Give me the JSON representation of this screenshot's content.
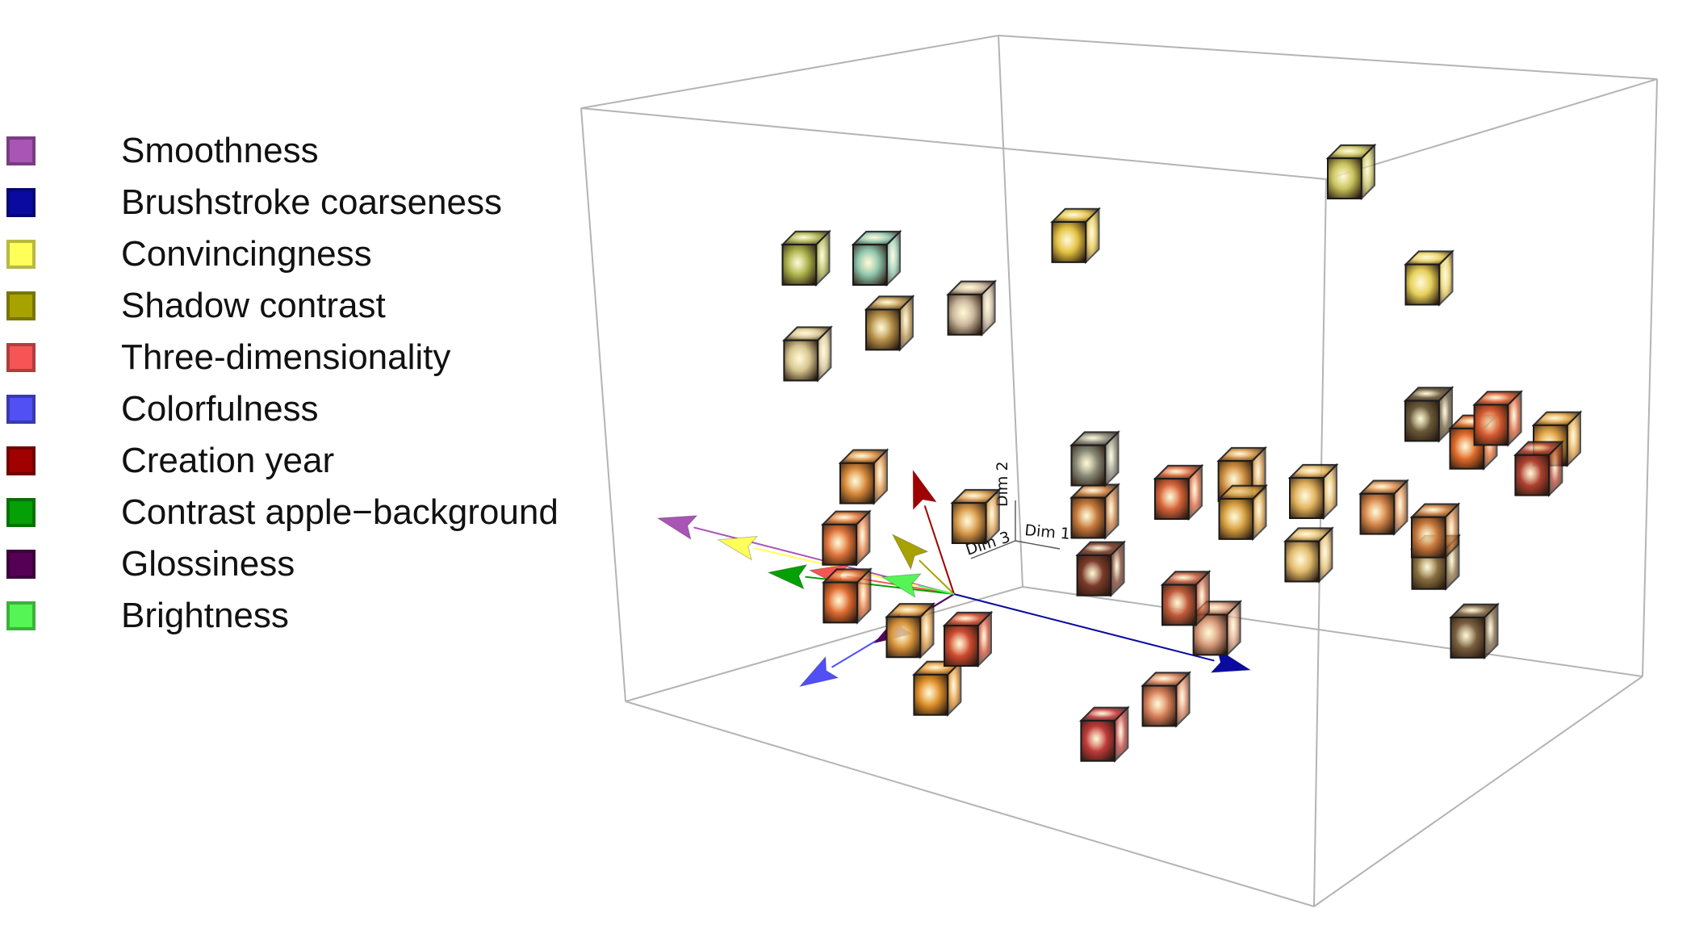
{
  "legend": {
    "items": [
      {
        "label": "Smoothness",
        "color": "#a855b5"
      },
      {
        "label": "Brushstroke coarseness",
        "color": "#0a0aa0"
      },
      {
        "label": "Convincingness",
        "color": "#ffff5a"
      },
      {
        "label": "Shadow contrast",
        "color": "#a8a200"
      },
      {
        "label": "Three-dimensionality",
        "color": "#f55555"
      },
      {
        "label": "Colorfulness",
        "color": "#5050f5"
      },
      {
        "label": "Creation year",
        "color": "#a00000"
      },
      {
        "label": "Contrast apple−background",
        "color": "#05a005"
      },
      {
        "label": "Glossiness",
        "color": "#550055"
      },
      {
        "label": "Brightness",
        "color": "#55f555"
      }
    ]
  },
  "chart_data": {
    "type": "scatter",
    "subtype": "3d-biplot",
    "axes": {
      "x_label": "Dim 1",
      "y_label": "Dim 2",
      "z_label": "Dim 3"
    },
    "points": [
      {
        "x": 0.7,
        "y": 0.92,
        "z": 0.3,
        "tone": "#c7c25a"
      },
      {
        "x": 0.12,
        "y": 0.78,
        "z": 0.75,
        "tone": "#aab24a"
      },
      {
        "x": 0.2,
        "y": 0.78,
        "z": 0.7,
        "tone": "#8ec6ad"
      },
      {
        "x": 0.42,
        "y": 0.82,
        "z": 0.55,
        "tone": "#e2c040"
      },
      {
        "x": 0.85,
        "y": 0.76,
        "z": 0.35,
        "tone": "#e6cf57"
      },
      {
        "x": 0.22,
        "y": 0.66,
        "z": 0.7,
        "tone": "#b8924a"
      },
      {
        "x": 0.3,
        "y": 0.68,
        "z": 0.62,
        "tone": "#c9b59a"
      },
      {
        "x": 0.14,
        "y": 0.61,
        "z": 0.78,
        "tone": "#d6c48e"
      },
      {
        "x": 0.45,
        "y": 0.4,
        "z": 0.55,
        "tone": "#8a8a78"
      },
      {
        "x": 0.18,
        "y": 0.36,
        "z": 0.7,
        "tone": "#d88a3a"
      },
      {
        "x": 0.2,
        "y": 0.27,
        "z": 0.78,
        "tone": "#e0743a"
      },
      {
        "x": 0.33,
        "y": 0.3,
        "z": 0.66,
        "tone": "#d89a4a"
      },
      {
        "x": 0.45,
        "y": 0.3,
        "z": 0.55,
        "tone": "#c5783a"
      },
      {
        "x": 0.55,
        "y": 0.34,
        "z": 0.5,
        "tone": "#d8643a"
      },
      {
        "x": 0.5,
        "y": 0.22,
        "z": 0.62,
        "tone": "#7a3a2a"
      },
      {
        "x": 0.62,
        "y": 0.3,
        "z": 0.45,
        "tone": "#d8a040"
      },
      {
        "x": 0.7,
        "y": 0.34,
        "z": 0.4,
        "tone": "#e0b05a"
      },
      {
        "x": 0.78,
        "y": 0.31,
        "z": 0.35,
        "tone": "#d8884a"
      },
      {
        "x": 0.86,
        "y": 0.42,
        "z": 0.25,
        "tone": "#e06a2a"
      },
      {
        "x": 0.92,
        "y": 0.36,
        "z": 0.18,
        "tone": "#b04030"
      },
      {
        "x": 0.96,
        "y": 0.43,
        "z": 0.2,
        "tone": "#e0a040"
      },
      {
        "x": 0.82,
        "y": 0.48,
        "z": 0.3,
        "tone": "#6a5a3a"
      },
      {
        "x": 0.88,
        "y": 0.46,
        "z": 0.22,
        "tone": "#d85a30"
      },
      {
        "x": 0.83,
        "y": 0.26,
        "z": 0.3,
        "tone": "#c8783a"
      },
      {
        "x": 0.86,
        "y": 0.22,
        "z": 0.35,
        "tone": "#8a7040"
      },
      {
        "x": 0.26,
        "y": 0.2,
        "z": 0.88,
        "tone": "#e06a30"
      },
      {
        "x": 0.34,
        "y": 0.14,
        "z": 0.85,
        "tone": "#d8943a"
      },
      {
        "x": 0.4,
        "y": 0.12,
        "z": 0.8,
        "tone": "#d04a30"
      },
      {
        "x": 0.4,
        "y": 0.05,
        "z": 0.88,
        "tone": "#e0902a"
      },
      {
        "x": 0.62,
        "y": 0.18,
        "z": 0.6,
        "tone": "#c05a3a"
      },
      {
        "x": 0.68,
        "y": 0.14,
        "z": 0.62,
        "tone": "#d89a7a"
      },
      {
        "x": 0.66,
        "y": 0.03,
        "z": 0.72,
        "tone": "#d8805a"
      },
      {
        "x": 0.6,
        "y": -0.03,
        "z": 0.78,
        "tone": "#c03a3a"
      },
      {
        "x": 0.92,
        "y": 0.1,
        "z": 0.35,
        "tone": "#7a6040"
      },
      {
        "x": 0.66,
        "y": 0.4,
        "z": 0.52,
        "tone": "#d09040"
      },
      {
        "x": 0.74,
        "y": 0.25,
        "z": 0.48,
        "tone": "#e0b86a"
      }
    ],
    "vectors": [
      {
        "label": "Smoothness",
        "dx": -0.4,
        "dy": 0.1,
        "dz": 0.1,
        "color": "#a855b5"
      },
      {
        "label": "Brushstroke coarseness",
        "dx": 0.4,
        "dy": -0.1,
        "dz": -0.1,
        "color": "#0a0aa0"
      },
      {
        "label": "Convincingness",
        "dx": -0.33,
        "dy": 0.06,
        "dz": 0.06,
        "color": "#ffff5a"
      },
      {
        "label": "Shadow contrast",
        "dx": -0.06,
        "dy": 0.12,
        "dz": 0.06,
        "color": "#a8a200"
      },
      {
        "label": "Three-dimensionality",
        "dx": -0.2,
        "dy": 0.02,
        "dz": 0.04,
        "color": "#f55555"
      },
      {
        "label": "Colorfulness",
        "dx": -0.18,
        "dy": -0.18,
        "dz": 0.1,
        "color": "#5050f5"
      },
      {
        "label": "Creation year",
        "dx": -0.04,
        "dy": 0.24,
        "dz": 0.04,
        "color": "#a00000"
      },
      {
        "label": "Contrast apple−background",
        "dx": -0.27,
        "dy": 0.0,
        "dz": 0.03,
        "color": "#05a005"
      },
      {
        "label": "Glossiness",
        "dx": -0.1,
        "dy": -0.1,
        "dz": 0.04,
        "color": "#550055"
      },
      {
        "label": "Brightness",
        "dx": -0.1,
        "dy": 0.02,
        "dz": 0.02,
        "color": "#55f555"
      }
    ]
  }
}
